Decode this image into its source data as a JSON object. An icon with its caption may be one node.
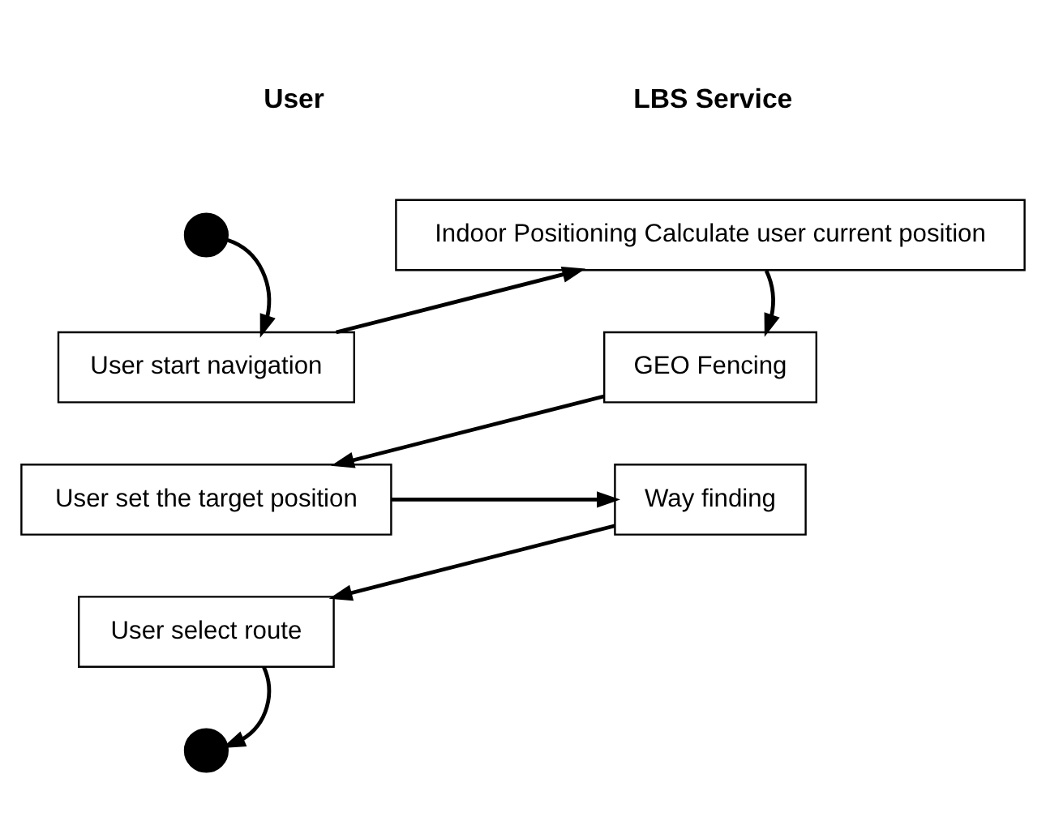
{
  "diagram": {
    "nodes": [
      {
        "text": [],
        "shape": "circle"
      },
      {
        "text": [
          "User start navigation"
        ]
      },
      {
        "text": [
          "Indoor Positioning Calculate user current position"
        ]
      },
      {
        "text": [
          "GEO Fencing"
        ]
      },
      {
        "text": [
          "User set the target position"
        ]
      },
      {
        "text": [
          "Way finding"
        ]
      },
      {
        "text": [
          "User select route"
        ]
      },
      {
        "text": [],
        "shape": "circle"
      }
    ],
    "edges": [
      {
        "from": 0,
        "to": 1,
        "arrow": "to"
      },
      {
        "from": 1,
        "to": 2,
        "arrow": "to"
      },
      {
        "from": 2,
        "to": 3,
        "arrow": "to"
      },
      {
        "from": 3,
        "to": 4,
        "arrow": "to"
      },
      {
        "from": 4,
        "to": 5,
        "arrow": "to"
      },
      {
        "from": 5,
        "to": 6,
        "arrow": "to"
      },
      {
        "from": 6,
        "to": 7,
        "arrow": "to"
      }
    ],
    "labels": [
      "User",
      "LBS Service"
    ]
  }
}
